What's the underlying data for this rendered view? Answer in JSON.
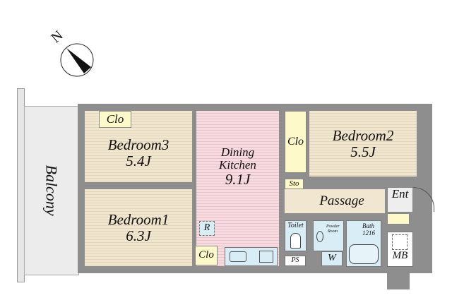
{
  "compass": {
    "label": "N",
    "icon": "north-arrow-icon"
  },
  "rooms": {
    "balcony": "Balcony",
    "bedroom3": {
      "name": "Bedroom3",
      "size": "5.4J"
    },
    "bedroom1": {
      "name": "Bedroom1",
      "size": "6.3J"
    },
    "bedroom2": {
      "name": "Bedroom2",
      "size": "5.5J"
    },
    "dining_kitchen": {
      "name1": "Dining",
      "name2": "Kitchen",
      "size": "9.1J"
    },
    "clo_top": "Clo",
    "clo_right": "Clo",
    "clo_bottom": "Clo",
    "refrigerator": "R",
    "storage": "Sto",
    "passage": "Passage",
    "entrance": "Ent",
    "toilet": "Toilet",
    "pipe_space": "PS",
    "powder_room1": "Powder",
    "powder_room2": "Room",
    "washer": "W",
    "bath": {
      "name": "Bath",
      "size": "1216"
    },
    "meter_box": "MB"
  }
}
